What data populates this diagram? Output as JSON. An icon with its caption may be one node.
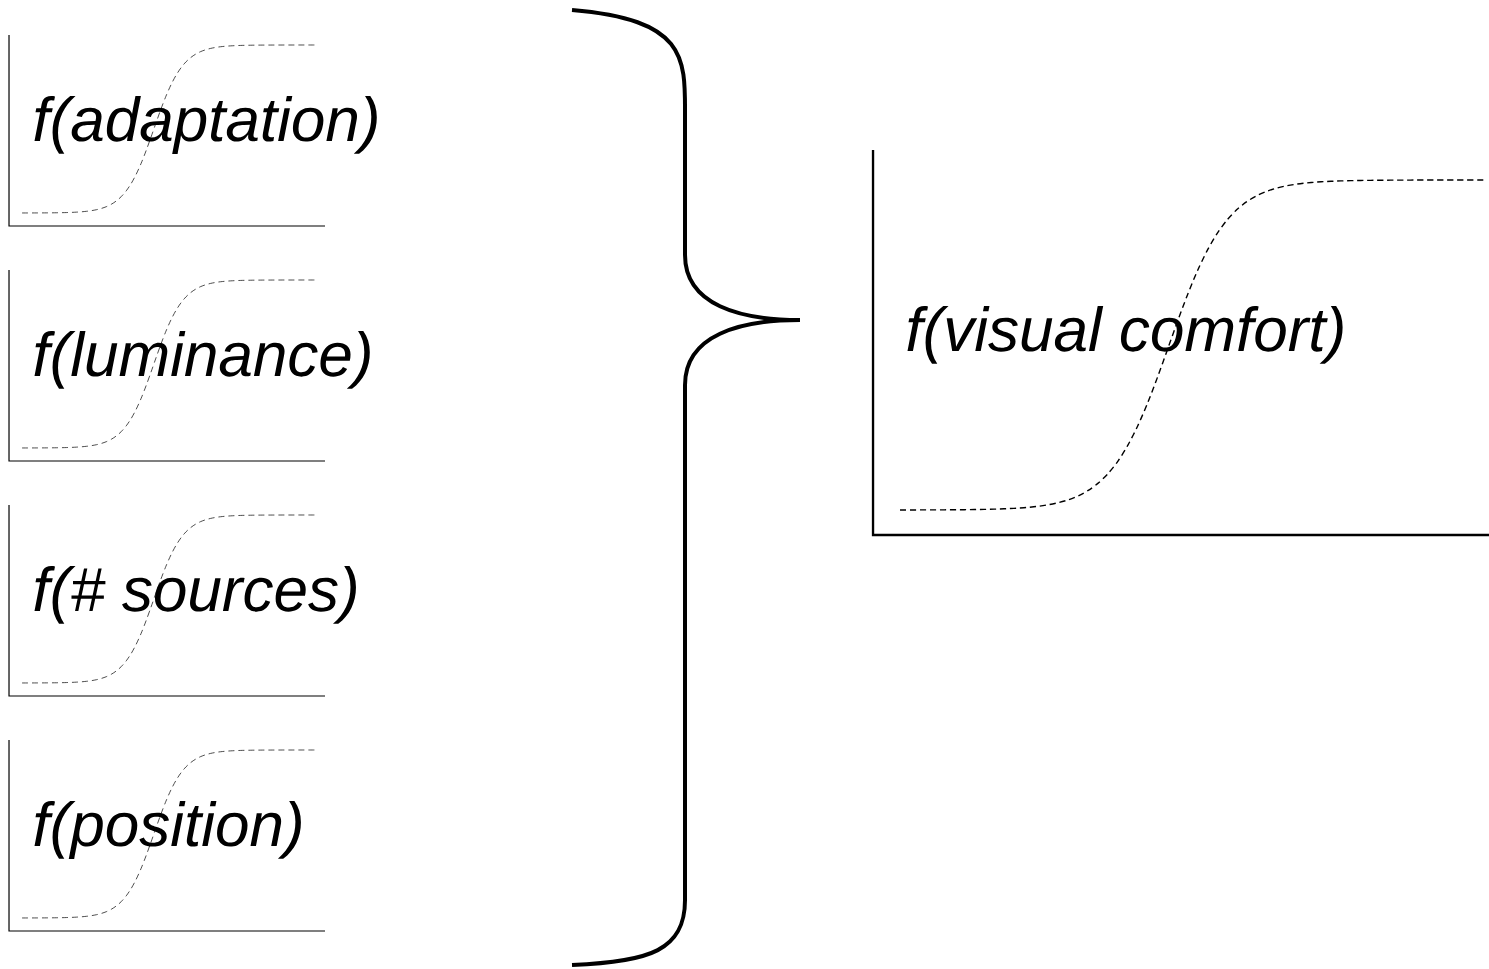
{
  "diagram": {
    "nodes": [
      {
        "text": [
          "f(adaptation)"
        ]
      },
      {
        "text": [
          "f(luminance)"
        ]
      },
      {
        "text": [
          "f(# sources)"
        ]
      },
      {
        "text": [
          "f(position)"
        ]
      },
      {
        "text": [
          "f(visual comfort)"
        ]
      }
    ]
  }
}
